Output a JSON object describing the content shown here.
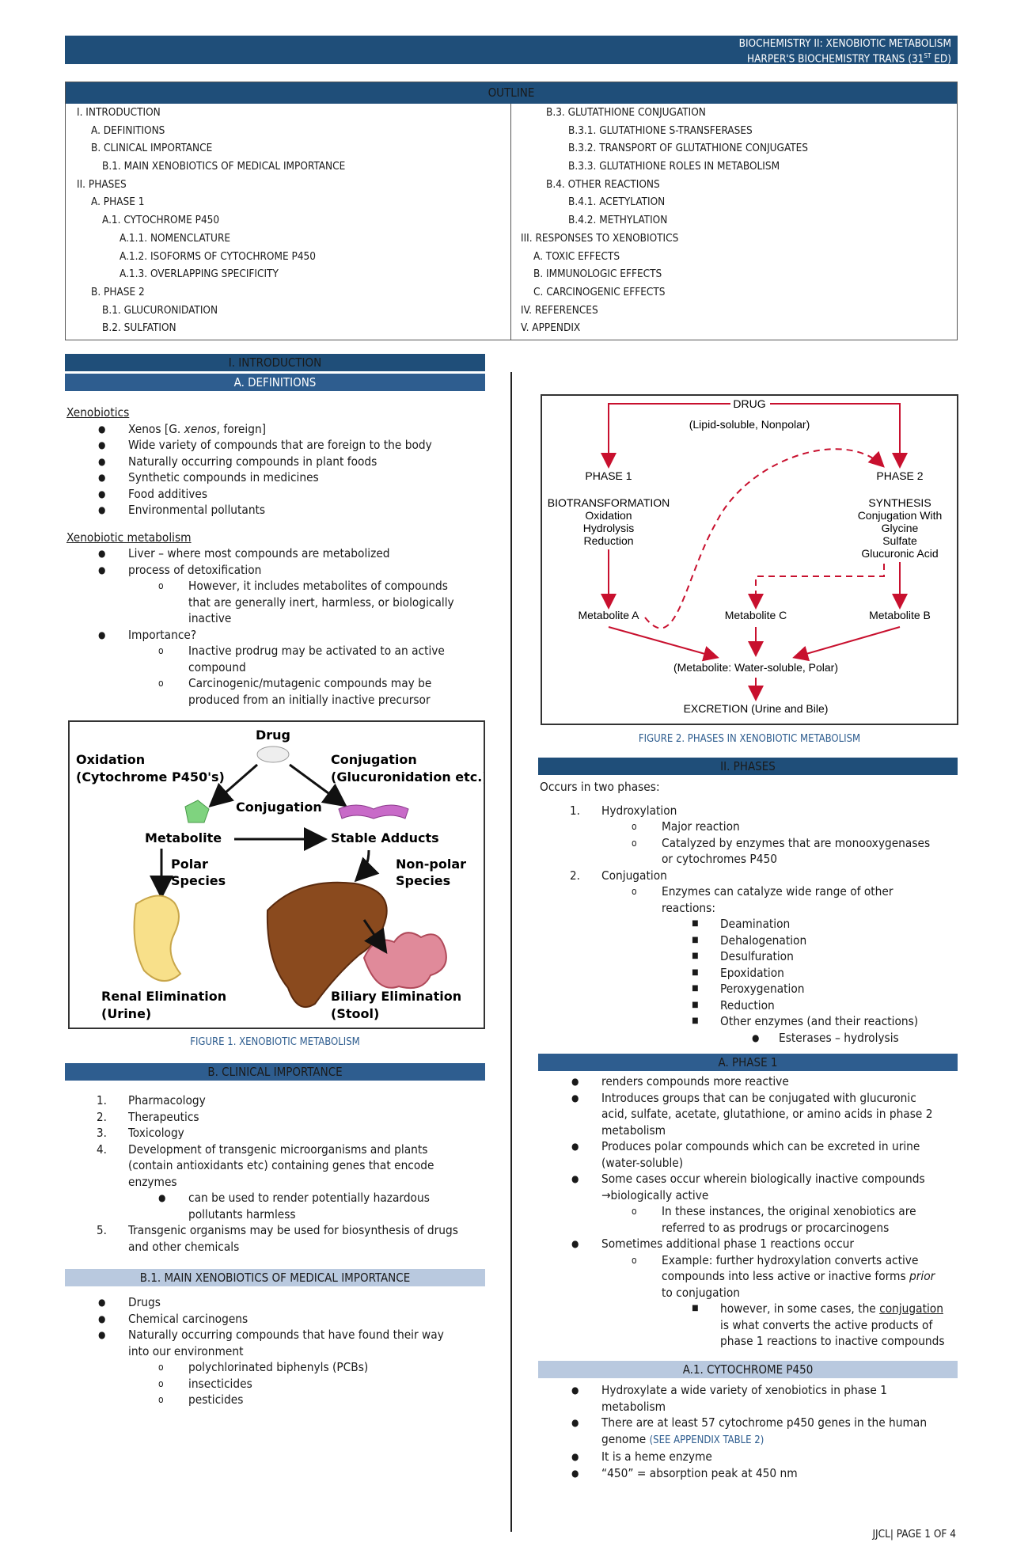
{
  "header": {
    "line1": "BIOCHEMISTRY II: XENOBIOTIC METABOLISM",
    "line2_pre": "HARPER'S BIOCHEMISTRY TRANS (31",
    "line2_sup": "ST",
    "line2_post": " ED)"
  },
  "outline": {
    "title": "OUTLINE",
    "left": [
      "I. INTRODUCTION",
      "A. DEFINITIONS",
      "B. CLINICAL IMPORTANCE",
      "B.1. MAIN XENOBIOTICS OF MEDICAL IMPORTANCE",
      "II. PHASES",
      "A. PHASE 1",
      "A.1. CYTOCHROME P450",
      "A.1.1. NOMENCLATURE",
      "A.1.2. ISOFORMS OF CYTOCHROME P450",
      "A.1.3. OVERLAPPING SPECIFICITY",
      "B. PHASE 2",
      "B.1. GLUCURONIDATION",
      "B.2. SULFATION"
    ],
    "right": [
      "B.3. GLUTATHIONE CONJUGATION",
      "B.3.1. GLUTATHIONE S-TRANSFERASES",
      "B.3.2. TRANSPORT OF GLUTATHIONE CONJUGATES",
      "B.3.3. GLUTATHIONE ROLES IN METABOLISM",
      "B.4. OTHER REACTIONS",
      "B.4.1. ACETYLATION",
      "B.4.2. METHYLATION",
      "III. RESPONSES TO XENOBIOTICS",
      "A. TOXIC EFFECTS",
      "B. IMMUNOLOGIC EFFECTS",
      "C. CARCINOGENIC EFFECTS",
      "IV. REFERENCES",
      "V. APPENDIX"
    ]
  },
  "intro": {
    "title": "I. INTRODUCTION",
    "defs_title": "A. DEFINITIONS",
    "xeno_head": "Xenobiotics",
    "xeno_items": [
      "Xenos [G. xenos, foreign]",
      "Wide variety of compounds that are foreign to the body",
      "Naturally occurring compounds in plant foods",
      "Synthetic compounds in medicines",
      "Food additives",
      "Environmental pollutants"
    ],
    "xm_head": "Xenobiotic metabolism",
    "xm_1": "Liver – where most compounds are metabolized",
    "xm_2": "process of detoxification",
    "xm_2a_l1": "However, it includes metabolites of compounds",
    "xm_2a_l2": "that are generally inert, harmless, or biologically",
    "xm_2a_l3": "inactive",
    "xm_3": "Importance?",
    "xm_3a_l1": "Inactive prodrug may be activated to an active",
    "xm_3a_l2": "compound",
    "xm_3b_l1": "Carcinogenic/mutagenic compounds may be",
    "xm_3b_l2": "produced from an initially inactive precursor"
  },
  "fig1": {
    "caption": "FIGURE 1. XENOBIOTIC METABOLISM",
    "drug": "Drug",
    "oxidation": "Oxidation",
    "cyp": "(Cytochrome P450's)",
    "conjugation_r": "Conjugation",
    "gluc": "(Glucuronidation etc.)",
    "conjugation_c": "Conjugation",
    "metabolite": "Metabolite",
    "stable": "Stable Adducts",
    "polar": "Polar",
    "species1": "Species",
    "nonpolar": "Non-polar",
    "species2": "Species",
    "renal": "Renal Elimination",
    "urine": "(Urine)",
    "biliary": "Biliary Elimination",
    "stool": "(Stool)"
  },
  "clinical": {
    "title": "B. CLINICAL IMPORTANCE",
    "items": [
      "Pharmacology",
      "Therapeutics",
      "Toxicology"
    ],
    "i4_l1": "Development of transgenic microorganisms and plants",
    "i4_l2": "(contain antioxidants etc) containing genes that encode",
    "i4_l3": "enzymes",
    "i4a_l1": "can be used to render potentially hazardous",
    "i4a_l2": "pollutants harmless",
    "i5_l1": "Transgenic organisms may be used for biosynthesis of drugs",
    "i5_l2": "and other chemicals"
  },
  "mainx": {
    "title": "B.1. MAIN XENOBIOTICS OF MEDICAL IMPORTANCE",
    "i1": "Drugs",
    "i2": "Chemical carcinogens",
    "i3_l1": "Naturally occurring compounds that have found their way",
    "i3_l2": "into our environment",
    "sub": [
      "polychlorinated biphenyls (PCBs)",
      "insecticides",
      "pesticides"
    ]
  },
  "fig2": {
    "caption": "FIGURE 2. PHASES IN XENOBIOTIC METABOLISM",
    "drug": "DRUG",
    "drug_sub": "(Lipid-soluble, Nonpolar)",
    "phase1": "PHASE 1",
    "phase2": "PHASE 2",
    "bio": "BIOTRANSFORMATION",
    "ox": "Oxidation",
    "hyd": "Hydrolysis",
    "red": "Reduction",
    "syn": "SYNTHESIS",
    "cw": "Conjugation With",
    "gly": "Glycine",
    "sul": "Sulfate",
    "gla": "Glucuronic Acid",
    "ma": "Metabolite A",
    "mc": "Metabolite C",
    "mb": "Metabolite B",
    "mws": "(Metabolite: Water-soluble, Polar)",
    "exc": "EXCRETION (Urine and Bile)"
  },
  "phases": {
    "title": "II. PHASES",
    "intro": "Occurs in two phases:",
    "p1": "Hydroxylation",
    "p1a": "Major reaction",
    "p1b_l1": "Catalyzed by enzymes that are monooxygenases",
    "p1b_l2": "or cytochromes P450",
    "p2": "Conjugation",
    "p2a_l1": "Enzymes can catalyze wide range of other",
    "p2a_l2": "reactions:",
    "rx": [
      "Deamination",
      "Dehalogenation",
      "Desulfuration",
      "Epoxidation",
      "Peroxygenation",
      "Reduction",
      "Other enzymes (and their reactions)"
    ],
    "est": "Esterases – hydrolysis"
  },
  "phase1": {
    "title": "A. PHASE 1",
    "a1": "renders compounds more reactive",
    "a2_l1": "Introduces groups that can be conjugated with glucuronic",
    "a2_l2": "acid, sulfate, acetate, glutathione, or amino acids in phase 2",
    "a2_l3": "metabolism",
    "a3_l1": "Produces polar compounds which can be excreted in urine",
    "a3_l2": "(water-soluble)",
    "a4_l1": "Some cases occur wherein biologically inactive compounds",
    "a4_l2": "→biologically active",
    "a4a_l1": "In these instances, the original xenobiotics are",
    "a4a_l2": "referred to as prodrugs or procarcinogens",
    "a5": "Sometimes additional phase 1 reactions occur",
    "a5a_l1": "Example: further hydroxylation converts active",
    "a5a_l2a": "compounds into less active or inactive forms ",
    "a5a_l2b": "prior",
    "a5a_l3": "to conjugation",
    "a5b_l1a": "however, in some cases, the ",
    "a5b_l1b": "conjugation",
    "a5b_l2": "is what converts the active products of",
    "a5b_l3": "phase 1 reactions to inactive compounds"
  },
  "cyp": {
    "title": "A.1. CYTOCHROME P450",
    "c1_l1": "Hydroxylate a wide variety of xenobiotics in phase 1",
    "c1_l2": "metabolism",
    "c2_l1": "There are at least 57 cytochrome p450 genes in the human",
    "c2_l2": "genome ",
    "c2_link": "(SEE APPENDIX TABLE 2)",
    "c3": "It is a heme enzyme",
    "c4": "“450” = absorption peak at 450 nm"
  },
  "footer": "JJCL| PAGE 1 OF 4",
  "colors": {
    "navy": "#1f4e79",
    "mid_blue": "#2e5d8f",
    "light_blue": "#b9c9df",
    "caption_blue": "#2e5d8f",
    "arrow_red": "#c8102e"
  }
}
